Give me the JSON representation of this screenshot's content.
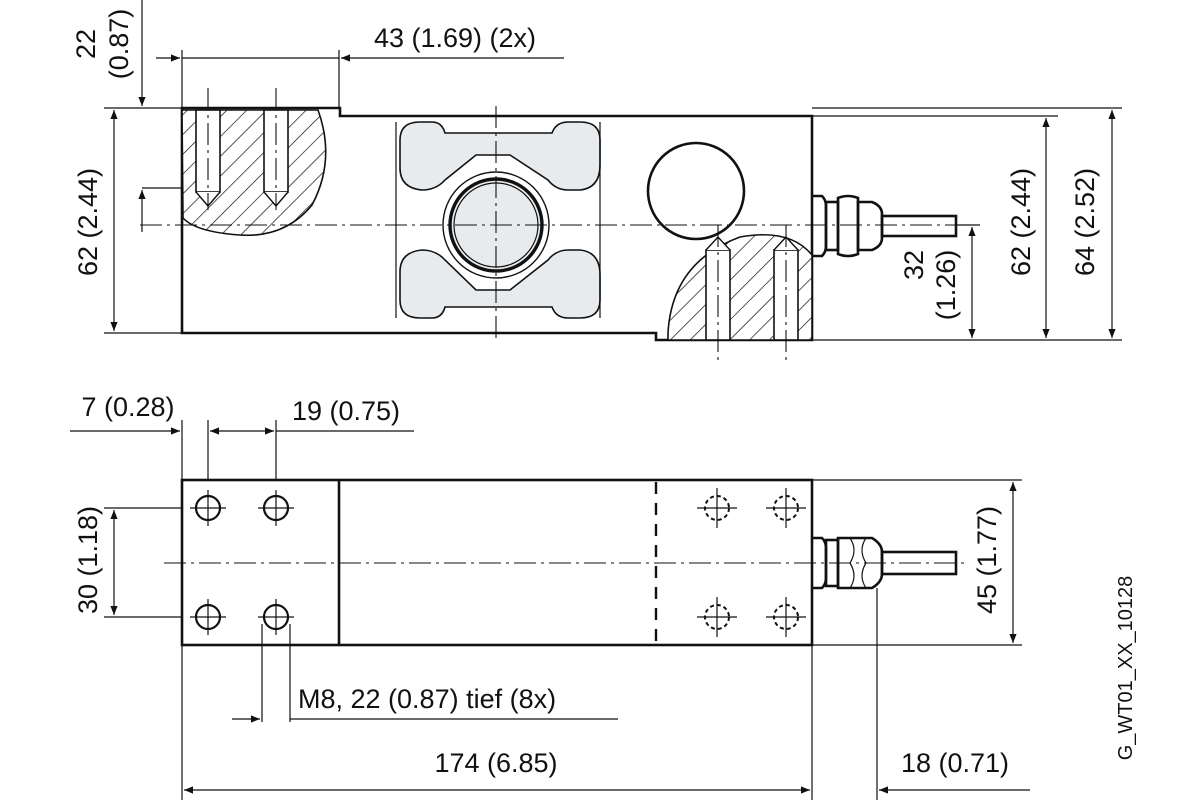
{
  "drawing": {
    "code": "G_WT01_XX_10128",
    "side_view": {
      "dim_top_depth": {
        "value": "22",
        "inch": "(0.87)"
      },
      "dim_hole_spacing_top": "43 (1.69) (2x)",
      "dim_left_height": "62 (2.44)",
      "dim_cable_height": {
        "value": "32",
        "inch": "(1.26)"
      },
      "dim_right_height": "62 (2.44)",
      "dim_total_height": "64 (2.52)"
    },
    "top_view": {
      "dim_edge_offset": "7 (0.28)",
      "dim_hole_pitch": "19 (0.75)",
      "dim_hole_spacing_vertical": "30 (1.18)",
      "dim_width": "45 (1.77)",
      "thread_note": "M8, 22 (0.87) tief (8x)",
      "dim_length": "174 (6.85)",
      "dim_cable_gland": "18 (0.71)"
    }
  }
}
